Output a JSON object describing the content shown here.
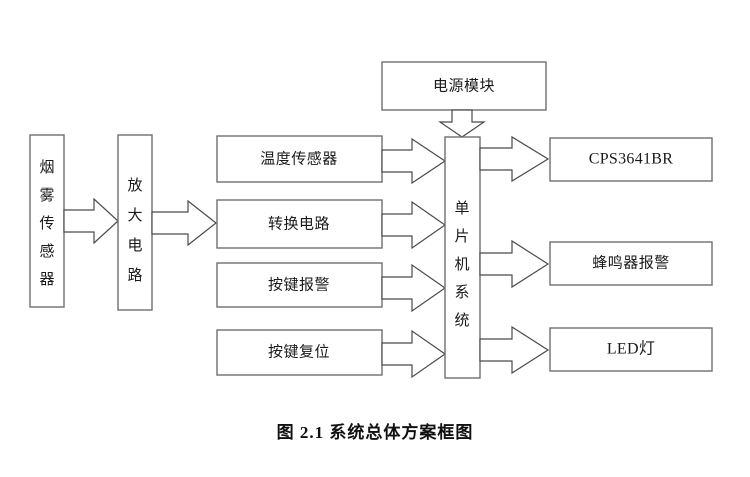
{
  "figure": {
    "caption": "图 2.1  系统总体方案框图",
    "type": "block-diagram",
    "background_color": "#ffffff",
    "box_border_color": "#6f6f6f",
    "arrow_border_color": "#4a4a4a",
    "text_color": "#1a1a1a"
  },
  "blocks": {
    "smoke_sensor": {
      "label": "烟雾传感器",
      "orientation": "vertical"
    },
    "amplifier": {
      "label": "放大电路",
      "orientation": "vertical"
    },
    "temperature_sensor": {
      "label": "温度传感器",
      "orientation": "horizontal"
    },
    "conversion_circuit": {
      "label": "转换电路",
      "orientation": "horizontal"
    },
    "key_alarm": {
      "label": "按键报警",
      "orientation": "horizontal"
    },
    "key_reset": {
      "label": "按键复位",
      "orientation": "horizontal"
    },
    "power_module": {
      "label": "电源模块",
      "orientation": "horizontal"
    },
    "mcu_system": {
      "label": "单片机系统",
      "orientation": "vertical"
    },
    "display": {
      "label": "CPS3641BR",
      "orientation": "horizontal"
    },
    "buzzer_alarm": {
      "label": "蜂鸣器报警",
      "orientation": "horizontal"
    },
    "led_lamp": {
      "label": "LED灯",
      "orientation": "horizontal"
    }
  },
  "mcu_vertical_chars": [
    "单",
    "片",
    "机",
    "系",
    "统"
  ],
  "smoke_vertical_chars": [
    "烟",
    "雾",
    "传",
    "感",
    "器"
  ],
  "amplifier_vertical_chars": [
    "放",
    "大",
    "电",
    "路"
  ],
  "connections": [
    {
      "from": "smoke_sensor",
      "to": "amplifier",
      "direction": "right"
    },
    {
      "from": "amplifier",
      "to": "conversion_circuit",
      "direction": "right"
    },
    {
      "from": "temperature_sensor",
      "to": "mcu_system",
      "direction": "right"
    },
    {
      "from": "conversion_circuit",
      "to": "mcu_system",
      "direction": "right"
    },
    {
      "from": "key_alarm",
      "to": "mcu_system",
      "direction": "right"
    },
    {
      "from": "key_reset",
      "to": "mcu_system",
      "direction": "right"
    },
    {
      "from": "power_module",
      "to": "mcu_system",
      "direction": "down"
    },
    {
      "from": "mcu_system",
      "to": "display",
      "direction": "right"
    },
    {
      "from": "mcu_system",
      "to": "buzzer_alarm",
      "direction": "right"
    },
    {
      "from": "mcu_system",
      "to": "led_lamp",
      "direction": "right"
    }
  ]
}
